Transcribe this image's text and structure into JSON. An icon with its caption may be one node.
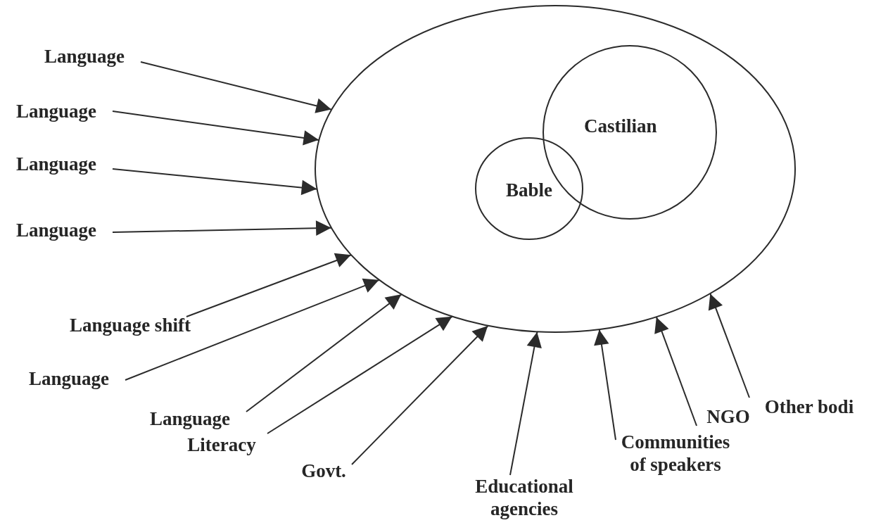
{
  "diagram": {
    "nodes": [
      {
        "text": [],
        "shape": "circle"
      },
      {
        "text": [
          "Castilian"
        ],
        "in": 0
      },
      {
        "text": [
          "Bable"
        ],
        "in": 0
      },
      {
        "text": [
          "Language"
        ]
      },
      {
        "text": [
          "Language"
        ]
      },
      {
        "text": [
          "Language"
        ]
      },
      {
        "text": [
          "Language"
        ]
      },
      {
        "text": [
          "Language shift"
        ]
      },
      {
        "text": [
          "Language"
        ]
      },
      {
        "text": [
          "Language"
        ]
      },
      {
        "text": [
          "Literacy"
        ]
      },
      {
        "text": [
          "Govt."
        ]
      },
      {
        "text": [
          "Educational agencies"
        ]
      },
      {
        "text": [
          "Communities of speakers"
        ]
      },
      {
        "text": [
          "NGO"
        ]
      },
      {
        "text": [
          "Other bodi"
        ]
      }
    ],
    "edges": [
      {
        "from": 3,
        "to": 0,
        "arrow": "to"
      },
      {
        "from": 4,
        "to": 0,
        "arrow": "to"
      },
      {
        "from": 5,
        "to": 0,
        "arrow": "to"
      },
      {
        "from": 6,
        "to": 0,
        "arrow": "to"
      },
      {
        "from": 7,
        "to": 0,
        "arrow": "to"
      },
      {
        "from": 8,
        "to": 0,
        "arrow": "to"
      },
      {
        "from": 9,
        "to": 0,
        "arrow": "to"
      },
      {
        "from": 10,
        "to": 0,
        "arrow": "to"
      },
      {
        "from": 11,
        "to": 0,
        "arrow": "to"
      },
      {
        "from": 12,
        "to": 0,
        "arrow": "to"
      },
      {
        "from": 13,
        "to": 0,
        "arrow": "to"
      },
      {
        "from": 14,
        "to": 0,
        "arrow": "to"
      },
      {
        "from": 15,
        "to": 0,
        "arrow": "to"
      }
    ]
  }
}
